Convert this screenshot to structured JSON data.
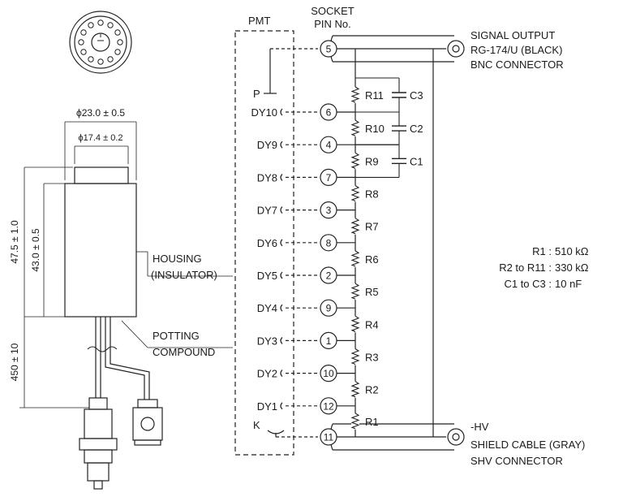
{
  "dimensions": {
    "outer_diameter": "ϕ23.0 ± 0.5",
    "inner_diameter": "ϕ17.4 ± 0.2",
    "total_length": "47.5 ± 1.0",
    "housing_length": "43.0 ± 0.5",
    "cable_length": "450 ± 10"
  },
  "callouts": {
    "housing_line1": "HOUSING",
    "housing_line2": "(INSULATOR)",
    "potting_line1": "POTTING",
    "potting_line2": "COMPOUND"
  },
  "schematic": {
    "pmt_label": "PMT",
    "socket_label_line1": "SOCKET",
    "socket_label_line2": "PIN No.",
    "anode_label": "P",
    "cathode_label": "K",
    "dynodes": [
      {
        "label": "DY10",
        "pin": "6"
      },
      {
        "label": "DY9",
        "pin": "4"
      },
      {
        "label": "DY8",
        "pin": "7"
      },
      {
        "label": "DY7",
        "pin": "3"
      },
      {
        "label": "DY6",
        "pin": "8"
      },
      {
        "label": "DY5",
        "pin": "2"
      },
      {
        "label": "DY4",
        "pin": "9"
      },
      {
        "label": "DY3",
        "pin": "1"
      },
      {
        "label": "DY2",
        "pin": "10"
      },
      {
        "label": "DY1",
        "pin": "12"
      }
    ],
    "anode_pin": "5",
    "cathode_pin": "11",
    "resistors": [
      "R11",
      "R10",
      "R9",
      "R8",
      "R7",
      "R6",
      "R5",
      "R4",
      "R3",
      "R2",
      "R1"
    ],
    "capacitors": [
      "C3",
      "C2",
      "C1"
    ],
    "signal_output": [
      "SIGNAL OUTPUT",
      "RG-174/U (BLACK)",
      "BNC CONNECTOR"
    ],
    "hv_output": [
      "-HV",
      "SHIELD CABLE (GRAY)",
      "SHV CONNECTOR"
    ],
    "values": [
      {
        "name": "R1 :",
        "value": "510 kΩ"
      },
      {
        "name": "R2 to R11 :",
        "value": "330 kΩ"
      },
      {
        "name": "C1 to C3 :",
        "value": "10 nF"
      }
    ]
  }
}
